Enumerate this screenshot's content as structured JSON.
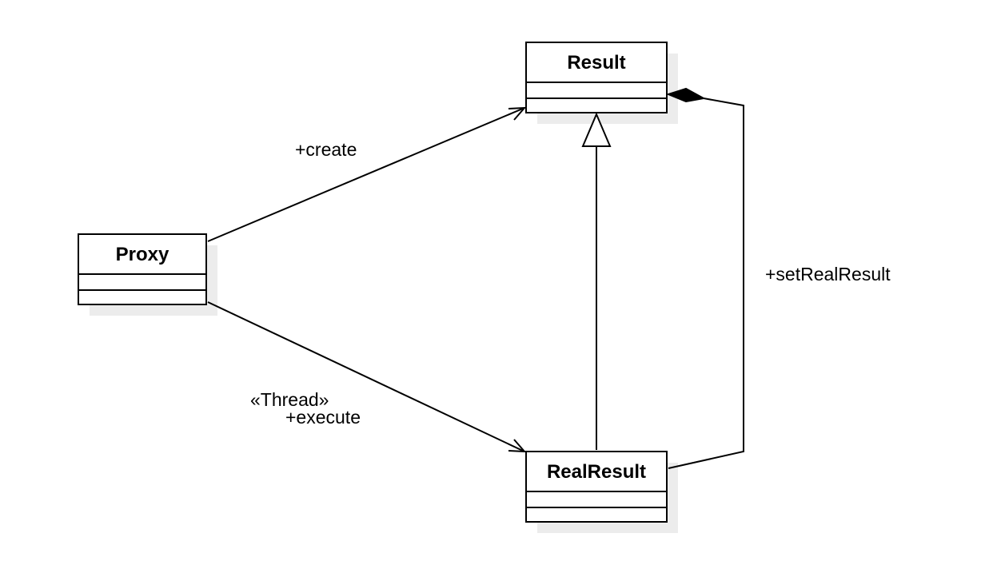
{
  "classes": {
    "result": {
      "name": "Result"
    },
    "proxy": {
      "name": "Proxy"
    },
    "real_result": {
      "name": "RealResult"
    }
  },
  "relations": {
    "create": {
      "label": "+create"
    },
    "execute": {
      "stereotype": "«Thread»",
      "label": "+execute"
    },
    "set_real_result": {
      "label": "+setRealResult"
    }
  },
  "colors": {
    "stroke": "#000000",
    "fill": "#ffffff",
    "shadow": "#ececec"
  }
}
